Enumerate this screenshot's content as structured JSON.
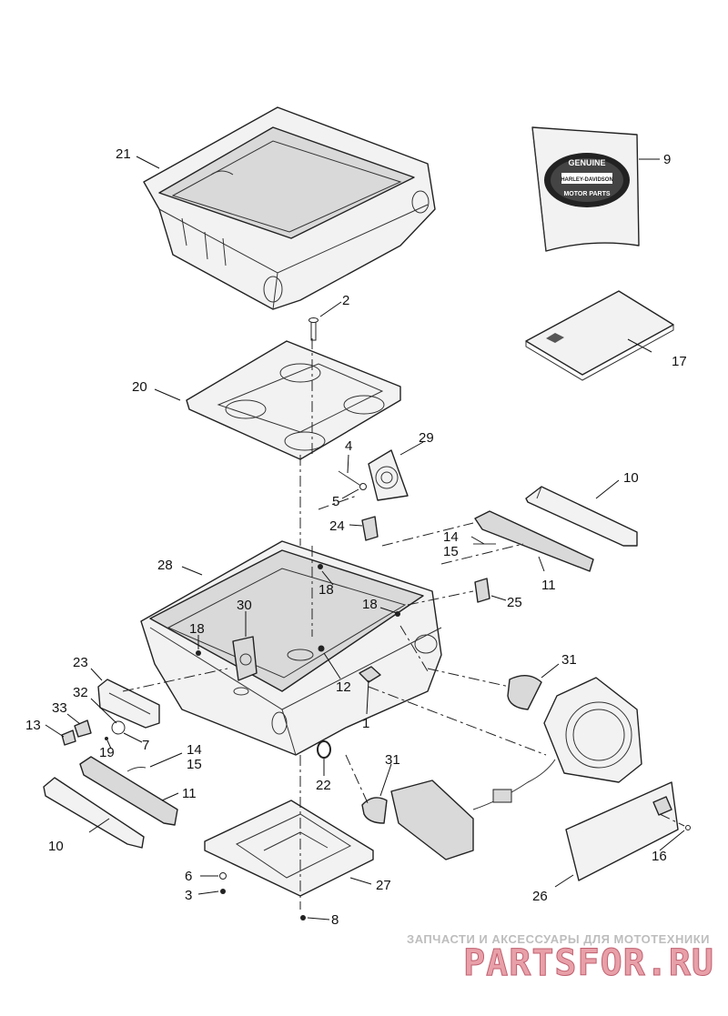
{
  "callouts": [
    "21",
    "9",
    "2",
    "17",
    "20",
    "4",
    "29",
    "5",
    "10",
    "24",
    "14",
    "15",
    "28",
    "11",
    "18",
    "25",
    "30",
    "18",
    "18",
    "31",
    "23",
    "12",
    "32",
    "1",
    "33",
    "13",
    "7",
    "19",
    "14",
    "15",
    "22",
    "31",
    "11",
    "10",
    "6",
    "27",
    "3",
    "16",
    "26",
    "8"
  ],
  "logo": {
    "line1": "GENUINE",
    "line2": "HARLEY-DAVIDSON",
    "line3": "MOTOR PARTS"
  },
  "watermark": {
    "caption": "ЗАПЧАСТИ И АКСЕССУАРЫ ДЛЯ МОТОТЕХНИКИ",
    "brand": "PARTSFOR.RU"
  }
}
